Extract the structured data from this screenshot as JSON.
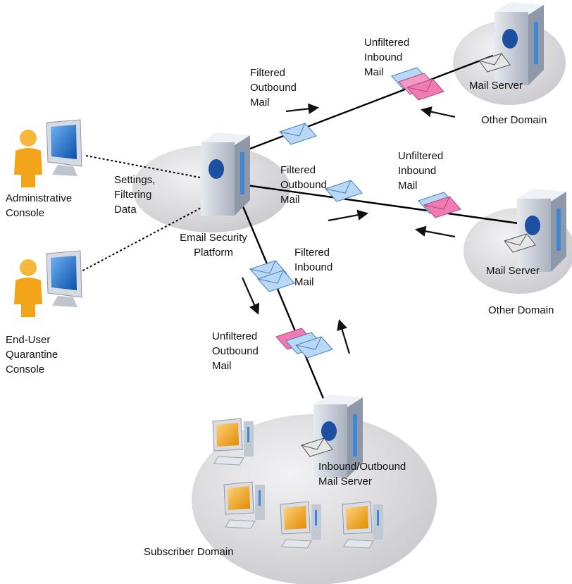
{
  "labels": {
    "email_security_platform": "Email Security\nPlatform",
    "settings_filtering_data": "Settings,\nFiltering\nData",
    "administrative_console": "Administrative\nConsole",
    "end_user_quarantine_console": "End-User\nQuarantine\nConsole",
    "mail_server_top": "Mail Server",
    "other_domain_top": "Other Domain",
    "mail_server_mid": "Mail Server",
    "other_domain_mid": "Other Domain",
    "filtered_outbound_top": "Filtered\nOutbound\nMail",
    "unfiltered_inbound_top": "Unfiltered\nInbound\nMail",
    "filtered_outbound_mid": "Filtered\nOutbound\nMail",
    "unfiltered_inbound_mid": "Unfiltered\nInbound\nMail",
    "filtered_inbound": "Filtered\nInbound\nMail",
    "unfiltered_outbound": "Unfiltered\nOutbound\nMail",
    "inbound_outbound_mail_server": "Inbound/Outbound\nMail Server",
    "subscriber_domain": "Subscriber Domain"
  },
  "colors": {
    "domain_disk": "#d4d4d8",
    "server_body": "#c3cad6",
    "server_stripe": "#3e86d6",
    "filtered_envelope": "#9cc6ee",
    "unfiltered_envelope": "#ec7db4",
    "person": "#f2a51a",
    "monitor_screen": "#1e6fd0",
    "workstation_screen": "#f5a623"
  },
  "icons": [
    "server-icon",
    "envelope-icon",
    "person-icon",
    "monitor-icon",
    "workstation-icon",
    "arrow-icon"
  ]
}
